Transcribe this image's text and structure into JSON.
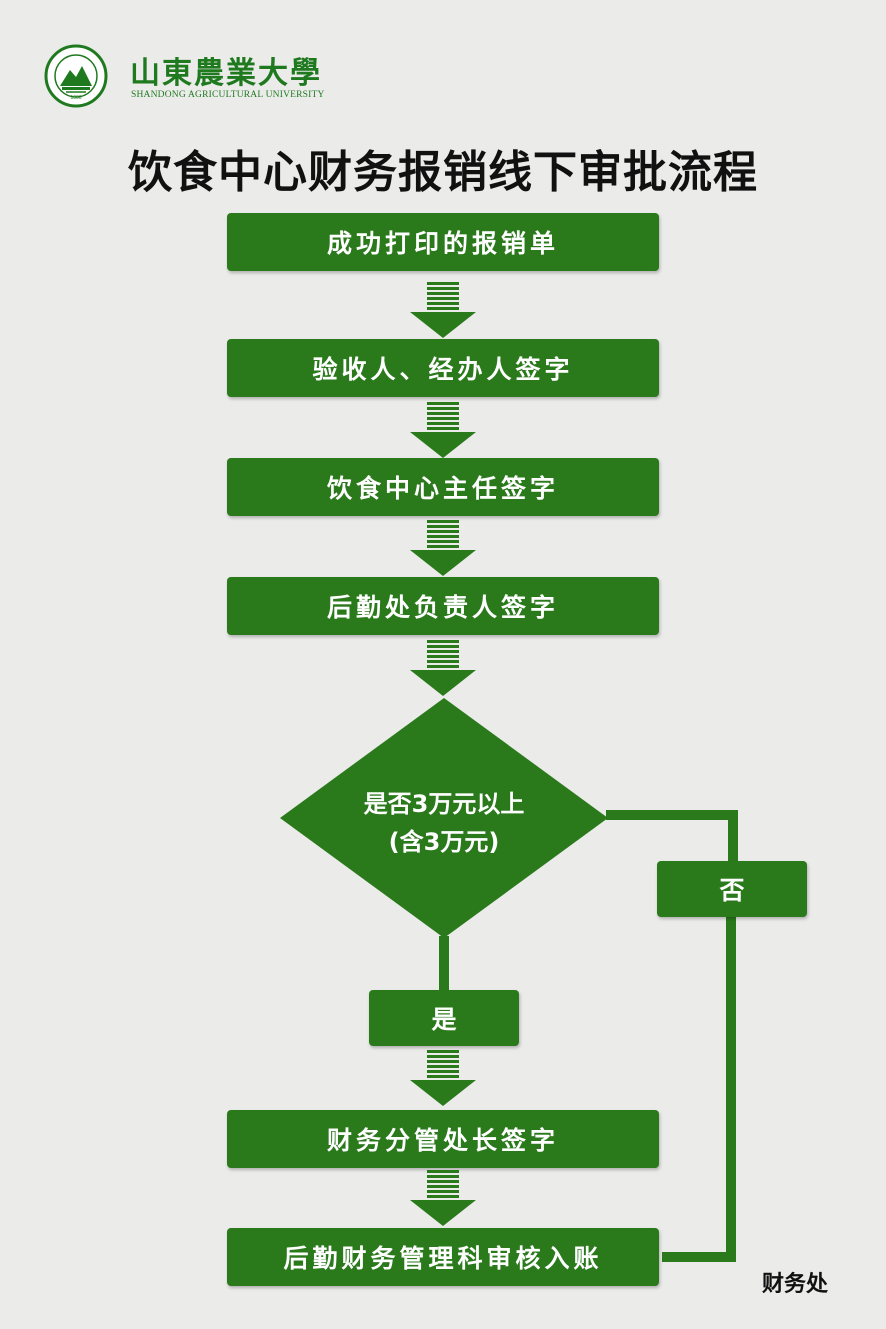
{
  "header": {
    "university_cn": "山東農業大學",
    "university_en": "SHANDONG AGRICULTURAL UNIVERSITY",
    "emblem_year": "1906",
    "emblem_icon": "university-seal-icon"
  },
  "title": "饮食中心财务报销线下审批流程",
  "steps": [
    "成功打印的报销单",
    "验收人、经办人签字",
    "饮食中心主任签字",
    "后勤处负责人签字",
    "财务分管处长签字",
    "后勤财务管理科审核入账"
  ],
  "decision": {
    "line1": "是否3万元以上",
    "line2": "(含3万元)",
    "yes_label": "是",
    "no_label": "否"
  },
  "footer": "财务处",
  "colors": {
    "green": "#2a7a1c",
    "background": "#ebebea",
    "arrow": "#2a7a1c"
  }
}
